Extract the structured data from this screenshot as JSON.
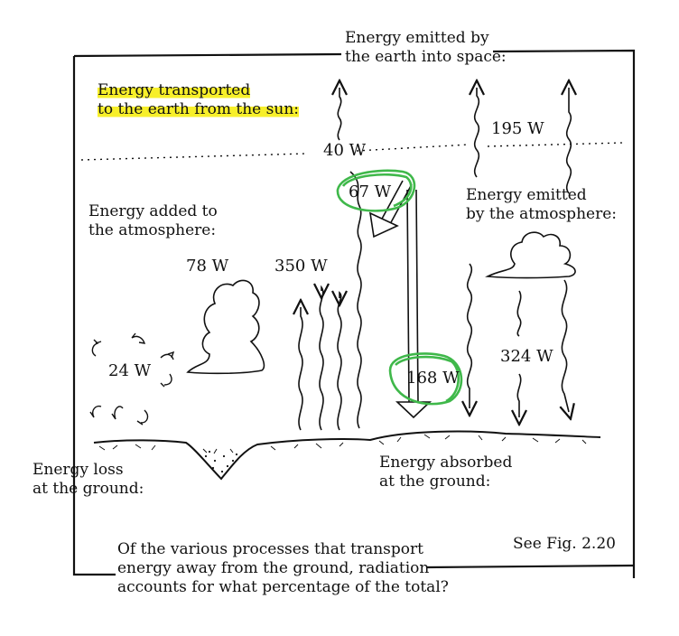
{
  "labels": {
    "space_emitted": [
      "Energy emitted by",
      "the earth into space:"
    ],
    "sun_transported": [
      "Energy transported",
      "to the earth from the sun:"
    ],
    "added_atmosphere": [
      "Energy added to",
      "the atmosphere:"
    ],
    "emitted_atmosphere": [
      "Energy emitted",
      "by the atmosphere:"
    ],
    "loss_ground": [
      "Energy loss",
      "at the ground:"
    ],
    "absorbed_ground": [
      "Energy absorbed",
      "at the ground:"
    ],
    "reference": "See Fig. 2.20",
    "question": [
      "Of the various processes that transport",
      "energy away from the ground, radiation",
      "accounts for what percentage of the total?"
    ]
  },
  "values": {
    "w40": "40 W",
    "w195": "195 W",
    "w67": "67 W",
    "w78": "78 W",
    "w350": "350 W",
    "w24": "24 W",
    "w168": "168 W",
    "w324": "324 W"
  },
  "colors": {
    "ink": "#111111",
    "highlight": "#f7ef2a",
    "circle": "#3fb84a"
  }
}
